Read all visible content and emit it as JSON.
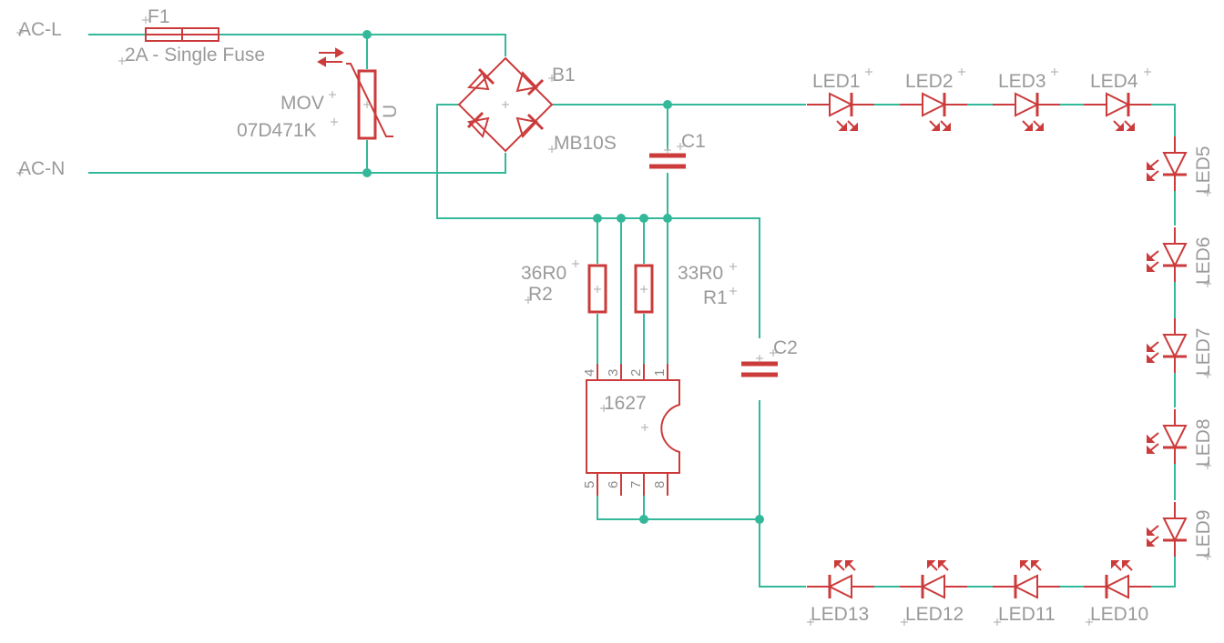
{
  "colors": {
    "wire": "#33b89a",
    "component": "#cc3b3b",
    "label": "#9a9a9a"
  },
  "nets": {
    "ac_l": "AC-L",
    "ac_n": "AC-N"
  },
  "fuse": {
    "name": "F1",
    "value": "2A - Single Fuse"
  },
  "mov": {
    "name": "MOV",
    "value": "07D471K",
    "marking": "U"
  },
  "bridge": {
    "name": "B1",
    "value": "MB10S"
  },
  "c1": {
    "name": "C1"
  },
  "c2": {
    "name": "C2"
  },
  "r1": {
    "name": "R1",
    "value": "33R0"
  },
  "r2": {
    "name": "R2",
    "value": "36R0"
  },
  "ic": {
    "name": "1627",
    "pins_top": [
      "4",
      "3",
      "2",
      "1"
    ],
    "pins_bottom": [
      "5",
      "6",
      "7",
      "8"
    ]
  },
  "leds": {
    "top": [
      "LED1",
      "LED2",
      "LED3",
      "LED4"
    ],
    "right": [
      "LED5",
      "LED6",
      "LED7",
      "LED8",
      "LED9"
    ],
    "bottom": [
      "LED10",
      "LED11",
      "LED12",
      "LED13"
    ]
  }
}
